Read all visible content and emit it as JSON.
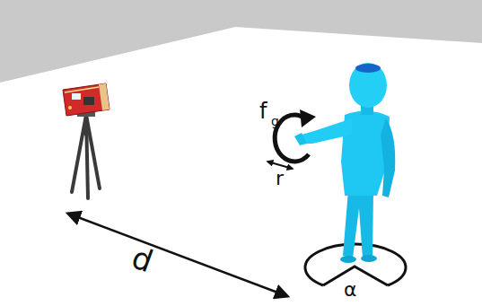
{
  "diagram": {
    "labels": [
      "f",
      "g",
      "r",
      "d",
      "α"
    ]
  }
}
